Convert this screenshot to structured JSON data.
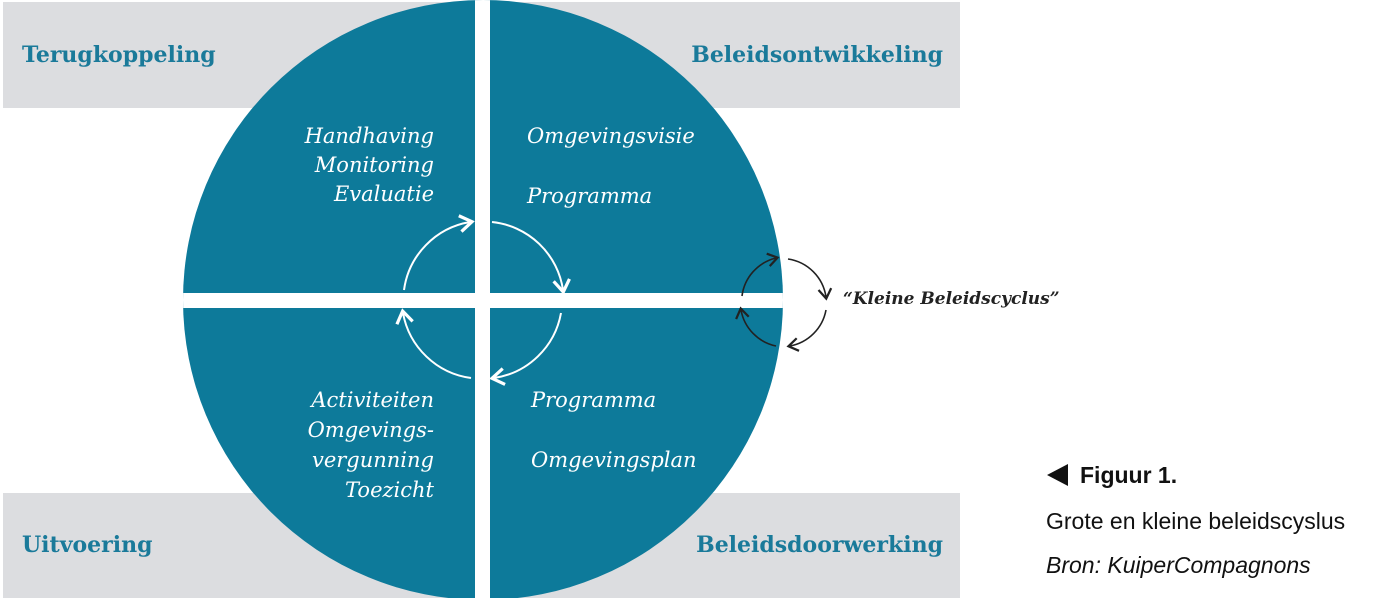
{
  "colors": {
    "teal": "#0d7a9a",
    "band": "#dcdde0",
    "band_text": "#1a7a9a"
  },
  "bands": {
    "top_left": "Terugkoppeling",
    "top_right": "Beleidsontwikkeling",
    "bottom_left": "Uitvoering",
    "bottom_right": "Beleidsdoorwerking"
  },
  "quadrants": {
    "top_left": [
      "Handhaving",
      "Monitoring",
      "Evaluatie"
    ],
    "top_right": [
      "Omgevingsvisie",
      "Programma"
    ],
    "bottom_left": [
      "Activiteiten",
      "Omgevings-",
      "vergunning",
      "Toezicht"
    ],
    "bottom_right": [
      "Programma",
      "Omgevingsplan"
    ]
  },
  "small_cycle_label": "“Kleine Beleidscyclus”",
  "caption": {
    "arrow_icon": "left-triangle",
    "title": "Figuur 1.",
    "subtitle": "Grote en kleine beleidscyslus",
    "source": "Bron: KuiperCompagnons"
  }
}
